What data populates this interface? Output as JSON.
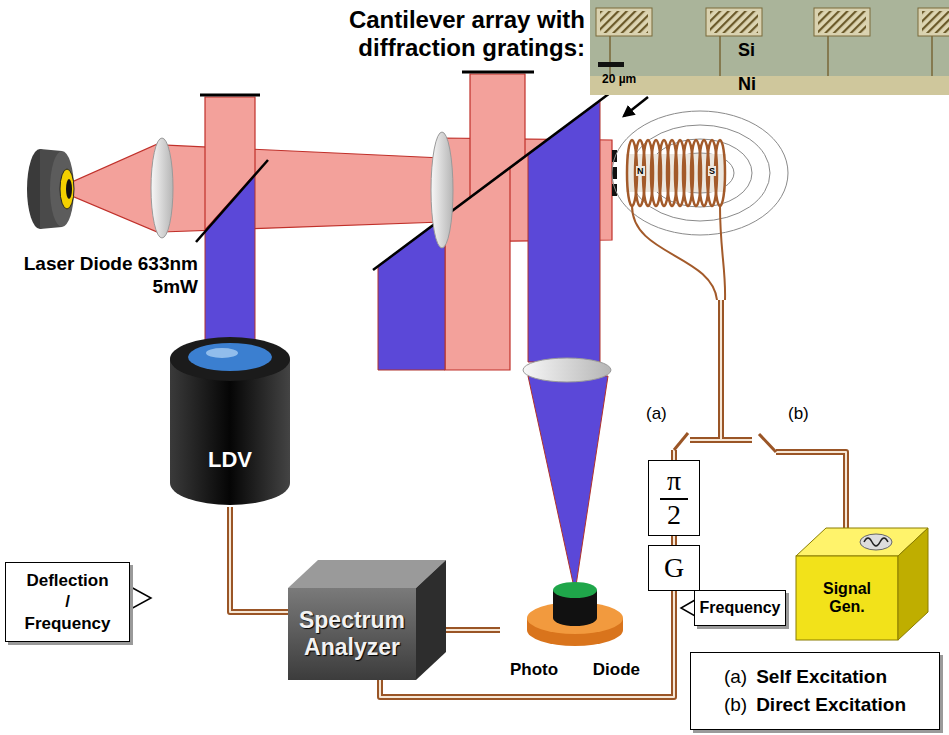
{
  "diagram": {
    "nodes": [
      {
        "text": [
          "LDV"
        ]
      },
      {
        "text": [
          "π",
          "2"
        ]
      },
      {
        "text": [
          "G"
        ]
      },
      {
        "text": [
          "Signal Gen."
        ]
      },
      {
        "text": [
          "Deflection / Frequency"
        ]
      },
      {
        "text": [
          "Spectrum Analyzer"
        ]
      },
      {
        "text": [
          "Frequency"
        ]
      },
      {
        "text": [
          "Photo Diode"
        ]
      },
      {
        "text": [
          "(a)",
          "Self Excitation",
          "(b)",
          "Direct Excitation"
        ]
      }
    ],
    "edges": [
      {
        "from": 0,
        "to": 5,
        "arrow": "none"
      },
      {
        "from": 7,
        "to": 5,
        "arrow": "none"
      },
      {
        "from": 2,
        "to": 5,
        "arrow": "none"
      },
      {
        "from": 1,
        "to": 2,
        "arrow": "none"
      }
    ],
    "labels": [
      "Cantilever array with diffraction gratings:",
      "Si",
      "Ni",
      "20 µm",
      "N",
      "S",
      "Laser Diode 633nm 5mW",
      "(a)",
      "(b)"
    ]
  }
}
